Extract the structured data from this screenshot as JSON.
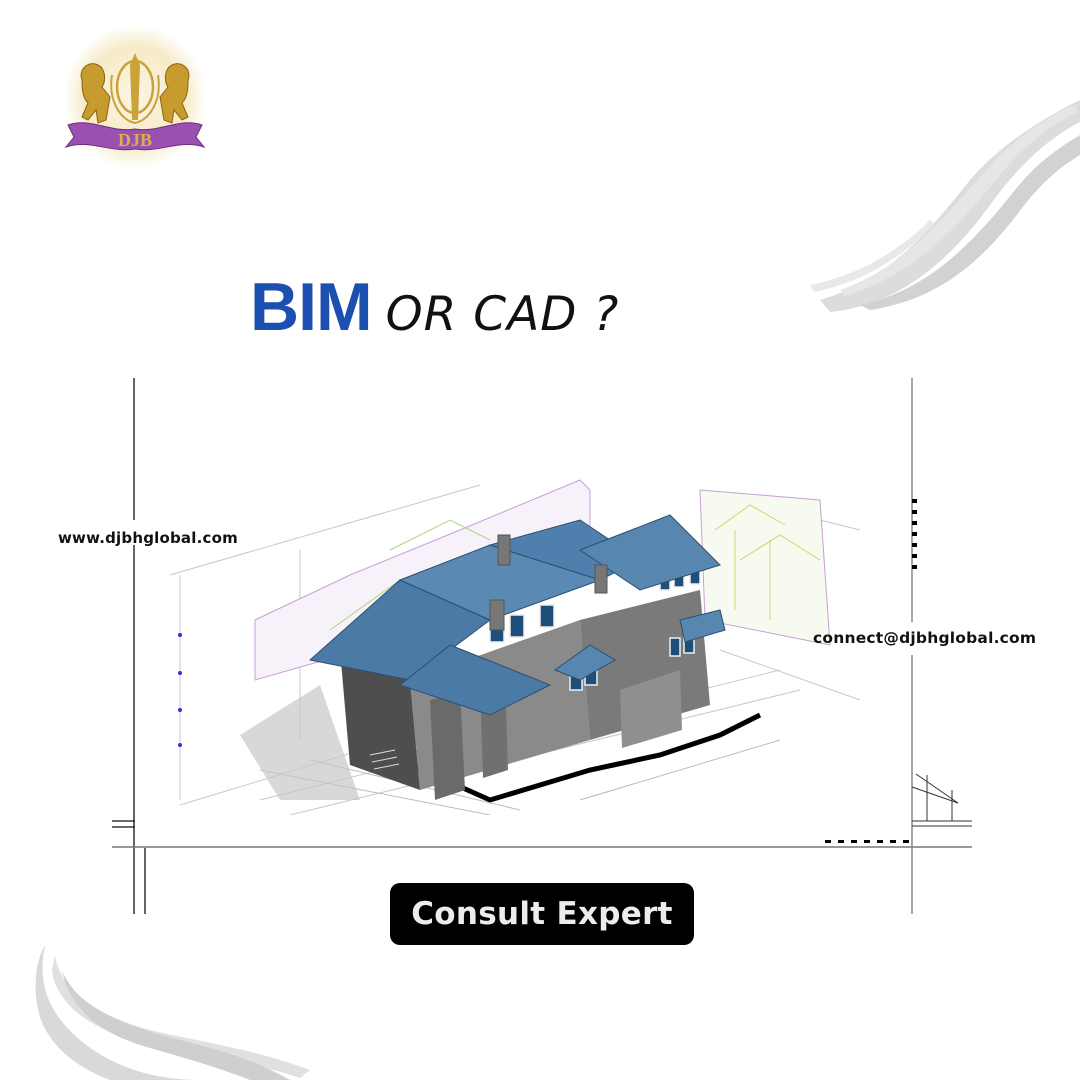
{
  "brand": {
    "logo_text": "DJB",
    "logo_icon": "crest-with-lions-icon",
    "colors": {
      "gold": "#c9a23a",
      "ribbon_purple": "#9b4fb0",
      "halo": "#f3e7c4"
    }
  },
  "headline": {
    "primary": "BIM",
    "secondary": "OR CAD ?",
    "primary_color": "#1b4fb0",
    "secondary_color": "#111111"
  },
  "contact": {
    "website": "www.djbhglobal.com",
    "email": "connect@djbhglobal.com"
  },
  "cta": {
    "label": "Consult Expert",
    "background": "#000000",
    "text_color": "#ececec"
  },
  "illustration": {
    "subject": "3d-bim-house-model-over-cad-drawings-icon",
    "roof_color": "#4a7aa8",
    "wall_color": "#7d7d7d"
  },
  "decor": {
    "brush_color": "#d9d9d9"
  }
}
